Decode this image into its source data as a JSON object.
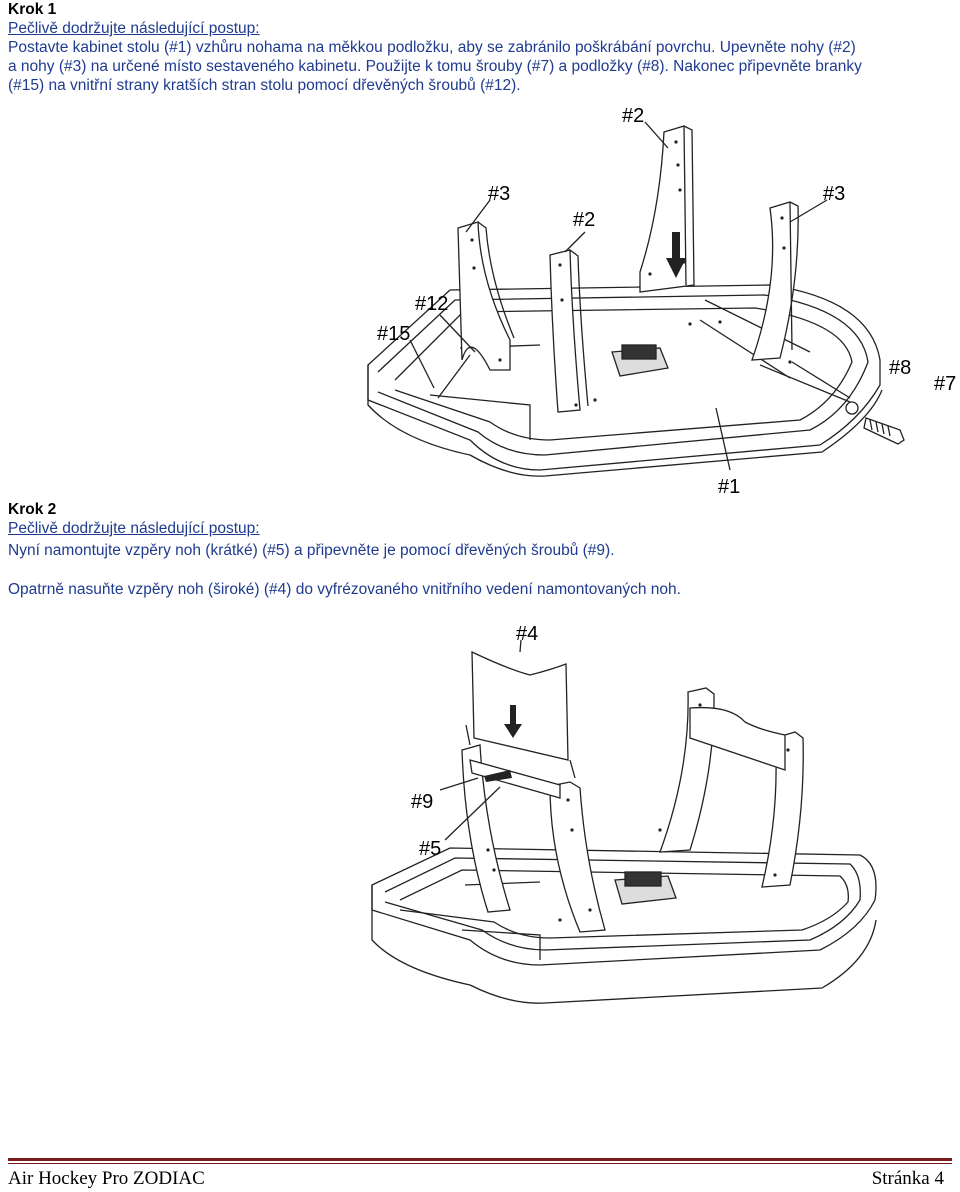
{
  "step1": {
    "title": "Krok 1",
    "subtitle": "Pečlivě dodržujte následující postup:",
    "lines": [
      "Postavte kabinet stolu (#1) vzhůru nohama na měkkou podložku, aby se zabránilo poškrábání povrchu. Upevněte nohy (#2)",
      "a nohy (#3) na určené místo sestaveného kabinetu. Použijte k tomu šrouby (#7) a podložky (#8). Nakonec připevněte branky",
      "(#15) na vnitřní strany kratších stran stolu pomocí dřevěných šroubů (#12)."
    ],
    "figure_labels": {
      "l2a": "#2",
      "l3a": "#3",
      "l2b": "#2",
      "l3b": "#3",
      "l12": "#12",
      "l15": "#15",
      "l8": "#8",
      "l7": "#7",
      "l1": "#1"
    }
  },
  "step2": {
    "title": "Krok 2",
    "subtitle": "Pečlivě dodržujte následující postup:",
    "line1": "Nyní namontujte vzpěry noh (krátké) (#5) a připevněte je pomocí dřevěných šroubů (#9).",
    "line2": "Opatrně nasuňte vzpěry noh (široké) (#4) do vyfrézovaného vnitřního vedení namontovaných noh.",
    "figure_labels": {
      "l4": "#4",
      "l9": "#9",
      "l5": "#5"
    }
  },
  "footer": {
    "left": "Air Hockey Pro ZODIAC",
    "right": "Stránka 4"
  }
}
